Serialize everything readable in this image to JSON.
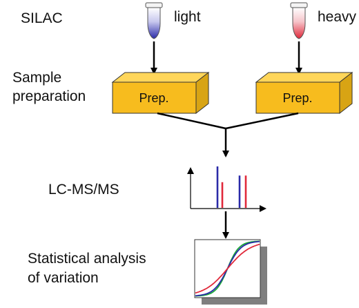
{
  "labels": {
    "silac": "SILAC",
    "sample_prep_line1": "Sample",
    "sample_prep_line2": "preparation",
    "lcms": "LC-MS/MS",
    "stats_line1": "Statistical analysis",
    "stats_line2": "of variation"
  },
  "tubes": [
    {
      "label": "light",
      "color": "#2a2aa8"
    },
    {
      "label": "heavy",
      "color": "#e0283a"
    }
  ],
  "prep_boxes": [
    {
      "label": "Prep."
    },
    {
      "label": "Prep."
    }
  ],
  "colors": {
    "box_front": "#f7bc1e",
    "box_top": "#ffd65a",
    "box_side": "#d8a414",
    "peak_light": "#2a2aa8",
    "peak_heavy": "#e0283a",
    "curve_green": "#1aa83a",
    "curve_blue": "#2a2aa8",
    "curve_red": "#e0283a",
    "shadow": "#7f7f7f"
  },
  "spectrum": {
    "peaks": [
      {
        "type": "light",
        "intensity": 1.0
      },
      {
        "type": "heavy",
        "intensity": 0.62
      },
      {
        "type": "light",
        "intensity": 0.78
      },
      {
        "type": "heavy",
        "intensity": 0.78
      }
    ]
  },
  "curves": [
    {
      "name": "green",
      "steepness": 2.0
    },
    {
      "name": "blue",
      "steepness": 1.7
    },
    {
      "name": "red",
      "steepness": 1.0
    }
  ]
}
